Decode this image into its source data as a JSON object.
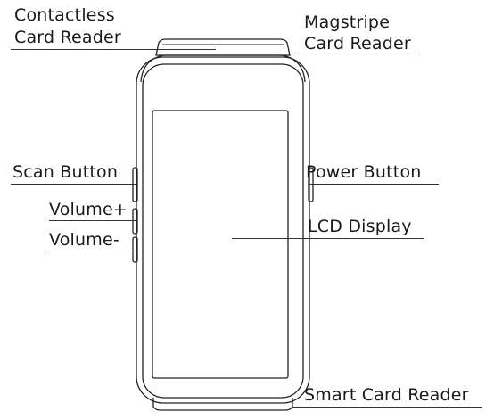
{
  "labels": {
    "contactless": [
      "Contactless",
      "Card Reader"
    ],
    "magstripe": [
      "Magstripe",
      "Card Reader"
    ],
    "scan_button": "Scan Button",
    "volume_up": "Volume+",
    "volume_down": "Volume-",
    "power_button": "Power Button",
    "lcd_display": "LCD Display",
    "smart_card_reader": "Smart Card Reader"
  }
}
